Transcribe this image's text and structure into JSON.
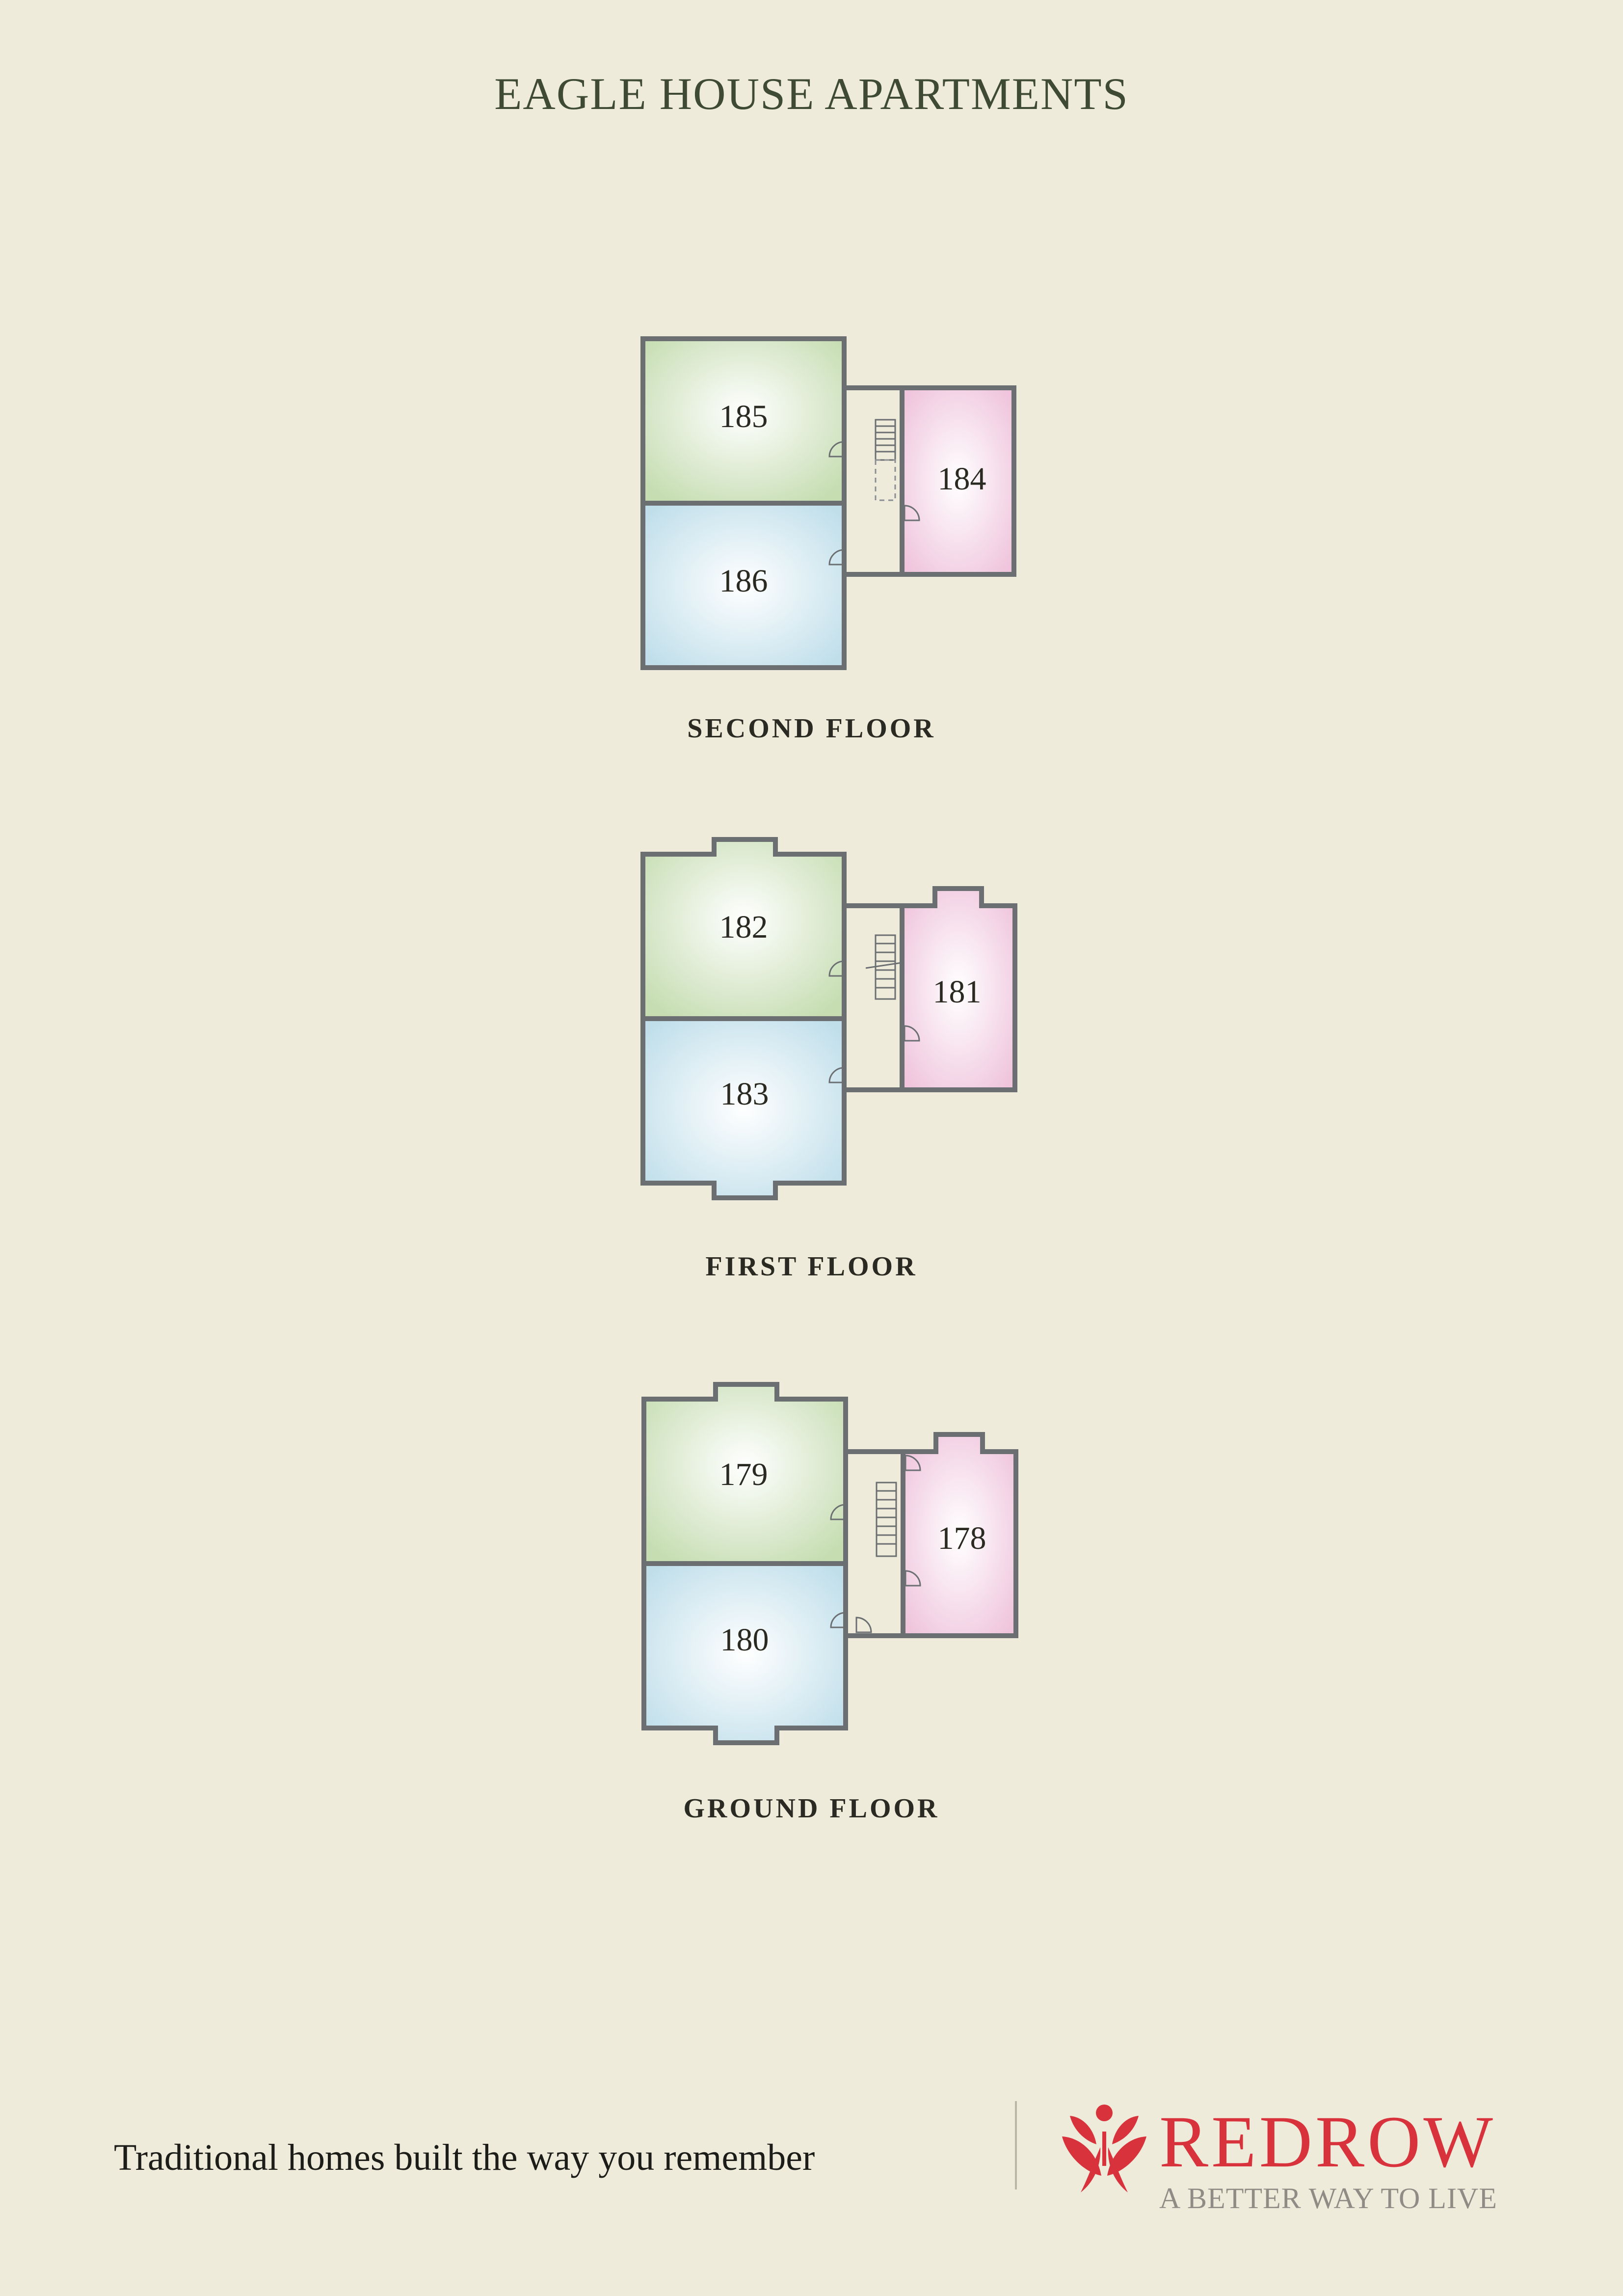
{
  "title": "EAGLE HOUSE APARTMENTS",
  "floors": [
    {
      "label": "SECOND FLOOR",
      "units": {
        "top": "185",
        "bottom": "186",
        "side": "184"
      }
    },
    {
      "label": "FIRST FLOOR",
      "units": {
        "top": "182",
        "bottom": "183",
        "side": "181"
      }
    },
    {
      "label": "GROUND FLOOR",
      "units": {
        "top": "179",
        "bottom": "180",
        "side": "178"
      }
    }
  ],
  "colors": {
    "background": "#efebdb",
    "wall": "#6b6f72",
    "unit_green": "#cfe3bd",
    "unit_blue": "#c9e4ef",
    "unit_pink": "#f3cfe3",
    "brand": "#d8333c"
  },
  "footer": {
    "tagline": "Traditional homes built the way you remember",
    "brand_name": "REDROW",
    "brand_slogan": "A BETTER WAY TO LIVE",
    "brand_icon": "redrow-leaf-figure-icon"
  }
}
